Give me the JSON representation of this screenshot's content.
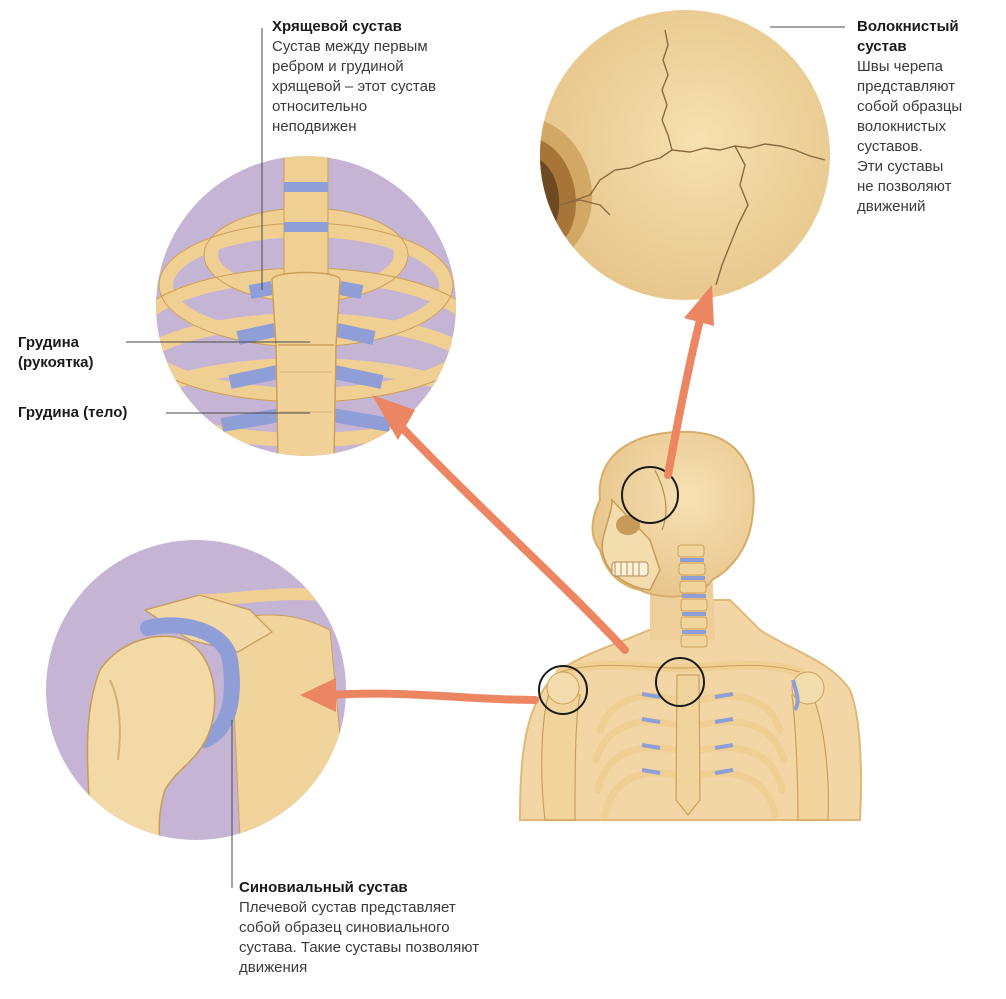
{
  "labels": {
    "cartilaginous": {
      "title": "Хрящевой сустав",
      "lines": [
        "Сустав между первым",
        "ребром и грудиной",
        "хрящевой – этот сустав",
        "относительно",
        "неподвижен"
      ]
    },
    "fibrous": {
      "title_lines": [
        "Волокнистый",
        "сустав"
      ],
      "lines": [
        "Швы черепа",
        "представляют",
        "собой образцы",
        "волокнистых",
        "суставов.",
        "Эти суставы",
        "не позволяют",
        "движений"
      ]
    },
    "synovial": {
      "title": "Синовиальный сустав",
      "lines": [
        "Плечевой сустав представляет",
        "собой образец синовиального",
        "сустава. Такие суставы позволяют",
        "движения"
      ]
    },
    "sternum_manubrium": [
      "Грудина",
      "(рукоятка)"
    ],
    "sternum_body": "Грудина (тело)"
  },
  "colors": {
    "bone": "#efcf92",
    "bone_dark": "#d2a45e",
    "cartilage": "#8f9ed6",
    "inset_bg": "#c6b4d4",
    "arrow": "#ec8562"
  }
}
